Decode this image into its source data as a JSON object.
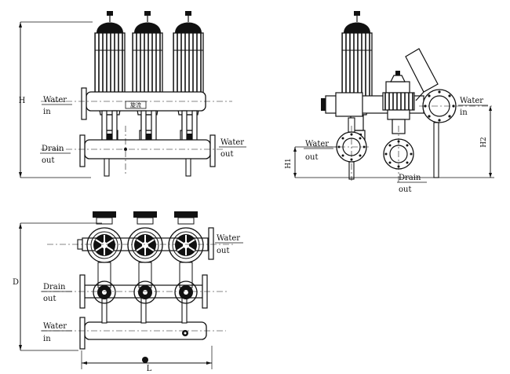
{
  "labels": {
    "water": "Water",
    "in": "in",
    "out": "out",
    "drain": "Drain",
    "height": "H",
    "h1": "H1",
    "h2": "H2",
    "depth": "D",
    "length": "L",
    "plate_text": "旋流"
  }
}
